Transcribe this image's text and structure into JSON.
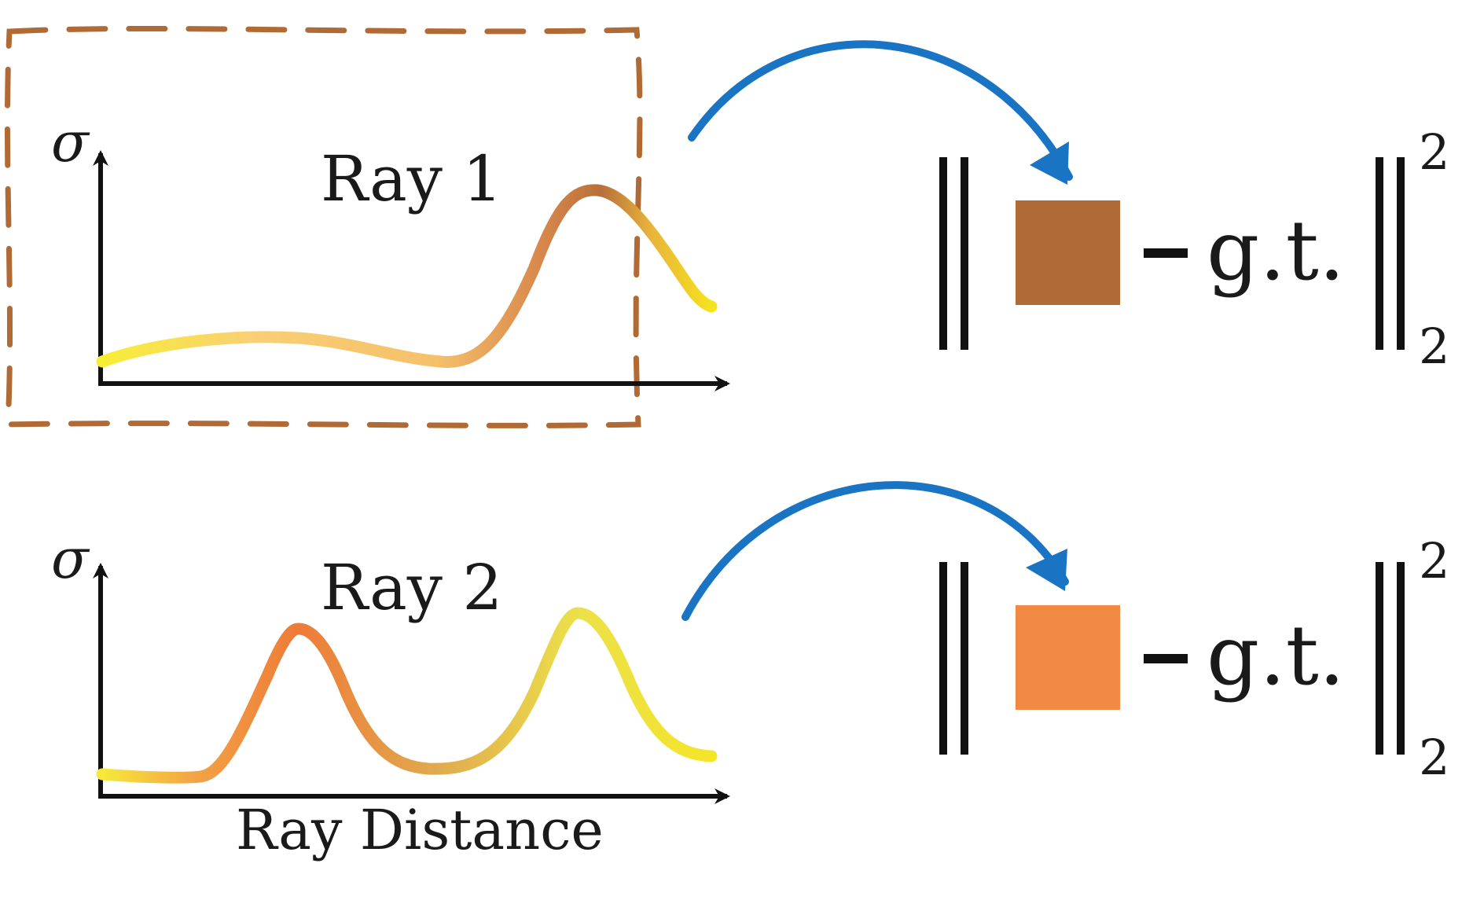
{
  "diagram": {
    "rays": [
      {
        "id": "ray-1",
        "label": "Ray 1",
        "y_axis_symbol": "σ",
        "highlighted": true,
        "swatch_color": "#b06a35",
        "loss": {
          "minus": "–",
          "gt": "g.t.",
          "superscript": "2",
          "subscript": "2"
        }
      },
      {
        "id": "ray-2",
        "label": "Ray 2",
        "y_axis_symbol": "σ",
        "highlighted": false,
        "swatch_color": "#f08a43",
        "loss": {
          "minus": "–",
          "gt": "g.t.",
          "superscript": "2",
          "subscript": "2"
        }
      }
    ],
    "x_axis_label": "Ray Distance",
    "colors": {
      "arrow": "#1a74c4",
      "dashed_box": "#b06a35",
      "axis": "#111111",
      "curve_yellow": "#f7e92a",
      "curve_light_orange": "#f9c56a",
      "curve_brown": "#b8703a",
      "curve_orange": "#ee7b38"
    }
  }
}
